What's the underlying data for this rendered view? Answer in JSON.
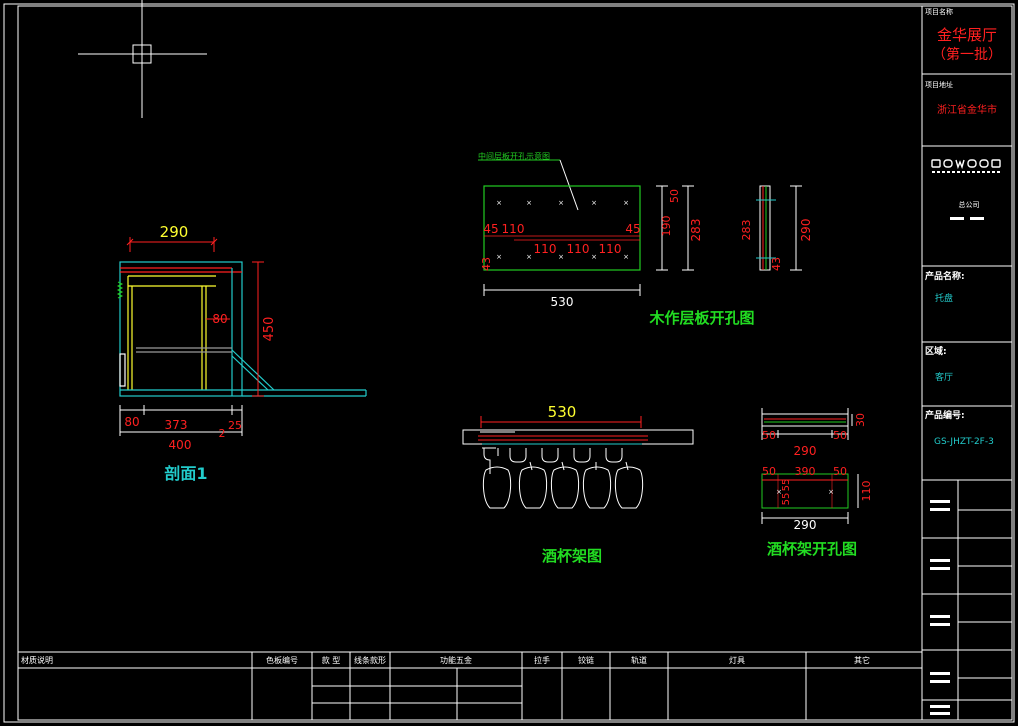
{
  "title_block": {
    "project_name_label": "项目名称",
    "project_name": "金华展厅",
    "project_batch": "（第一批）",
    "project_address_label": "项目地址",
    "project_address": "浙江省金华市",
    "company": "总公司",
    "product_name_label": "产品名称:",
    "product_name": "托盘",
    "area_label": "区域:",
    "area": "客厅",
    "product_code_label": "产品编号:",
    "product_code": "GS-JHZT-2F-3"
  },
  "bottom_table": {
    "headers": [
      "材质说明",
      "色板编号",
      "款 型",
      "线条款形",
      "功能五金",
      "拉手",
      "铰链",
      "轨道",
      "灯具",
      "其它"
    ]
  },
  "section_view": {
    "title": "剖面1",
    "dims": {
      "top": "290",
      "height": "450",
      "inner": "80",
      "bottom_left": "80",
      "bottom_mid": "373",
      "bottom_small": "2",
      "bottom_right": "25",
      "total": "400"
    }
  },
  "shelf_view": {
    "title": "木作层板开孔图",
    "note": "中间层板开孔示意图",
    "dims": {
      "l45": "45",
      "l110": "110",
      "r45": "45",
      "m1": "110",
      "m2": "110",
      "m3": "110",
      "h43": "43",
      "h190": "190",
      "h50": "50",
      "h283": "283",
      "width": "530",
      "side283": "283",
      "side43": "43",
      "side290": "290"
    }
  },
  "glass_rack": {
    "title": "酒杯架图",
    "dims": {
      "width": "530"
    }
  },
  "rack_holes": {
    "title": "酒杯架开孔图",
    "dims": {
      "top_l50": "50",
      "top_r50": "50",
      "top_h30": "30",
      "top_w": "290",
      "b_l50": "50",
      "b_m": "390",
      "b_r50": "50",
      "b_55a": "55",
      "b_55b": "55",
      "b_h": "110",
      "b_w": "290"
    }
  }
}
